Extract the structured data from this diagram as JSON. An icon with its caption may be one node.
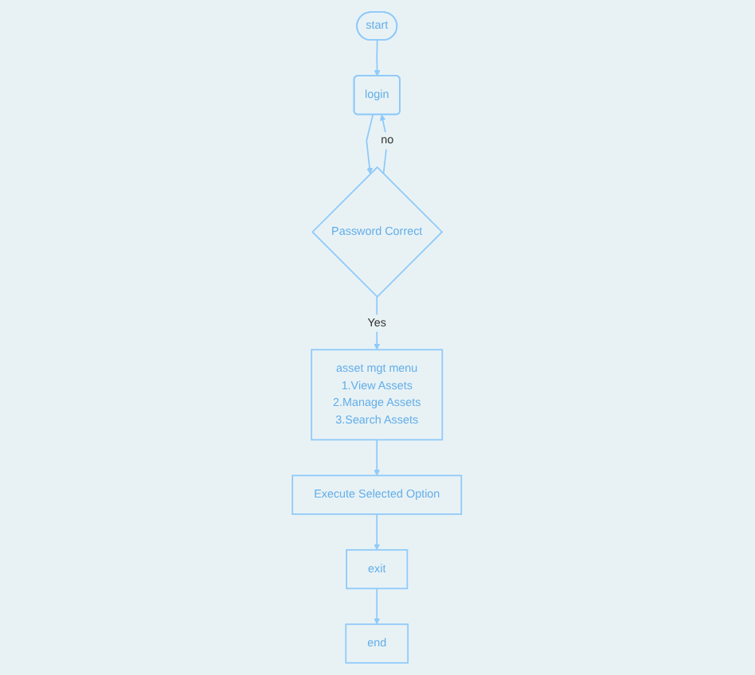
{
  "diagram": {
    "nodes": [
      {
        "text": [
          "start"
        ]
      },
      {
        "text": [
          "login"
        ]
      },
      {
        "text": [
          "Password Correct"
        ]
      },
      {
        "text": [
          "asset mgt menu",
          "1.View Assets",
          "2.Manage Assets",
          "3.Search Assets"
        ]
      },
      {
        "text": [
          "Execute Selected Option"
        ]
      },
      {
        "text": [
          "exit"
        ]
      },
      {
        "text": [
          "end"
        ]
      }
    ],
    "edges": [
      {
        "from": 0,
        "to": 1,
        "arrow": "to"
      },
      {
        "from": 1,
        "to": 2,
        "arrow": "to"
      },
      {
        "from": 2,
        "to": 1,
        "arrow": "to",
        "label": "no"
      },
      {
        "from": 2,
        "to": 3,
        "arrow": "to",
        "label": "Yes"
      },
      {
        "from": 3,
        "to": 4,
        "arrow": "to"
      },
      {
        "from": 4,
        "to": 5,
        "arrow": "to"
      },
      {
        "from": 5,
        "to": 6,
        "arrow": "to"
      }
    ]
  }
}
